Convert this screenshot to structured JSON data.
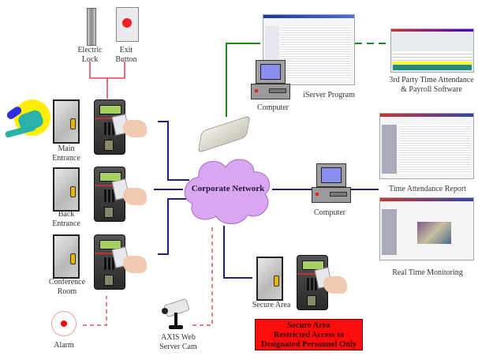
{
  "diagram": {
    "title": "Access Control & Time Attendance Network",
    "hub": {
      "label": "Corporate Network",
      "color": "#d9a6ef"
    },
    "peripherals": [
      {
        "id": "electric-lock",
        "label_lines": [
          "Electric",
          "Lock"
        ]
      },
      {
        "id": "exit-button",
        "label_lines": [
          "Exit",
          "Button"
        ]
      }
    ],
    "doors": [
      {
        "id": "main-entrance",
        "label_lines": [
          "Main",
          "Entrance"
        ]
      },
      {
        "id": "back-entrance",
        "label_lines": [
          "Back",
          "Entrance"
        ]
      },
      {
        "id": "conference-room",
        "label_lines": [
          "Conference",
          "Room"
        ]
      },
      {
        "id": "secure-area",
        "label_lines": [
          "Secure Area"
        ]
      }
    ],
    "alarm": {
      "label": "Alarm"
    },
    "camera": {
      "label_lines": [
        "AXIS Web",
        "Server Cam"
      ]
    },
    "computers": [
      {
        "id": "server-computer",
        "label": "Computer"
      },
      {
        "id": "report-computer",
        "label": "Computer"
      }
    ],
    "software": [
      {
        "id": "iserver-program",
        "label_lines": [
          "iServer Program"
        ]
      },
      {
        "id": "third-party",
        "label_lines": [
          "3rd Party Time Attendance",
          "& Payroll Software"
        ]
      },
      {
        "id": "time-attendance-report",
        "label_lines": [
          "Time Attendance Report"
        ]
      },
      {
        "id": "real-time-monitoring",
        "label_lines": [
          "Real Time Monitoring"
        ]
      }
    ],
    "warning": {
      "lines": [
        "Secure Area",
        "Restricted Access to",
        "Designated Personnel Only"
      ],
      "color": "#ff0d0d"
    },
    "line_colors": {
      "network": "#1c1c8c",
      "control": "#e8303a",
      "server": "#1a8a1a"
    },
    "connections": [
      {
        "from": "main-entrance-reader",
        "to": "corporate-network",
        "type": "network"
      },
      {
        "from": "back-entrance-reader",
        "to": "corporate-network",
        "type": "network"
      },
      {
        "from": "conference-room-reader",
        "to": "corporate-network",
        "type": "network"
      },
      {
        "from": "secure-area",
        "to": "corporate-network",
        "type": "network"
      },
      {
        "from": "report-computer",
        "to": "corporate-network",
        "type": "network"
      },
      {
        "from": "time-attendance-report",
        "to": "report-computer",
        "type": "network"
      },
      {
        "from": "router",
        "to": "iserver-program",
        "type": "server"
      },
      {
        "from": "iserver-program",
        "to": "third-party",
        "type": "server-dashed"
      },
      {
        "from": "electric-lock",
        "to": "main-entrance-reader",
        "type": "control"
      },
      {
        "from": "exit-button",
        "to": "main-entrance-reader",
        "type": "control"
      },
      {
        "from": "alarm",
        "to": "conference-room-reader",
        "type": "control-dashed"
      },
      {
        "from": "axis-web-cam",
        "to": "corporate-network",
        "type": "control-dashed"
      }
    ]
  }
}
